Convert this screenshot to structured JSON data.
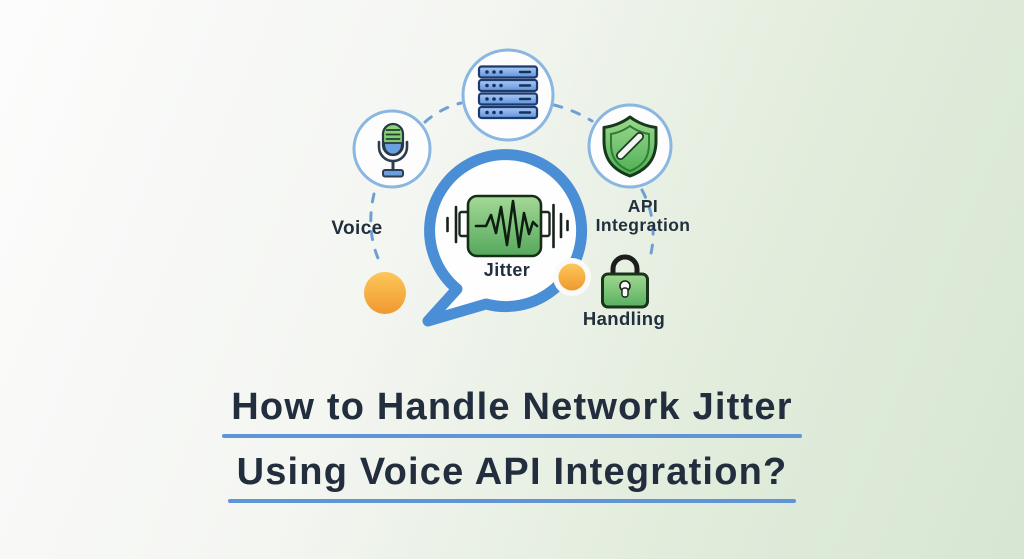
{
  "title": {
    "line1": "How to Handle Network Jitter",
    "line2": "Using Voice API Integration?"
  },
  "diagram": {
    "labels": {
      "voice": "Voice",
      "jitter": "Jitter",
      "api_line1": "API",
      "api_line2": "Integration",
      "handling": "Handling"
    },
    "icons": [
      "microphone-icon",
      "server-stack-icon",
      "shield-check-icon",
      "waveform-jitter-icon",
      "padlock-icon",
      "speech-bubble",
      "connector-dot"
    ],
    "colors": {
      "bubble_blue": "#4a8fd6",
      "circle_border_blue": "#8ab6e2",
      "dash_blue": "#6f9fd4",
      "icon_green": "#5cb85f",
      "server_blue": "#6193dd",
      "accent_orange": "#f6a93c",
      "title_text": "#222e3e",
      "underline_blue": "#5f94d6",
      "background_tint": "#d6e6d2"
    }
  }
}
